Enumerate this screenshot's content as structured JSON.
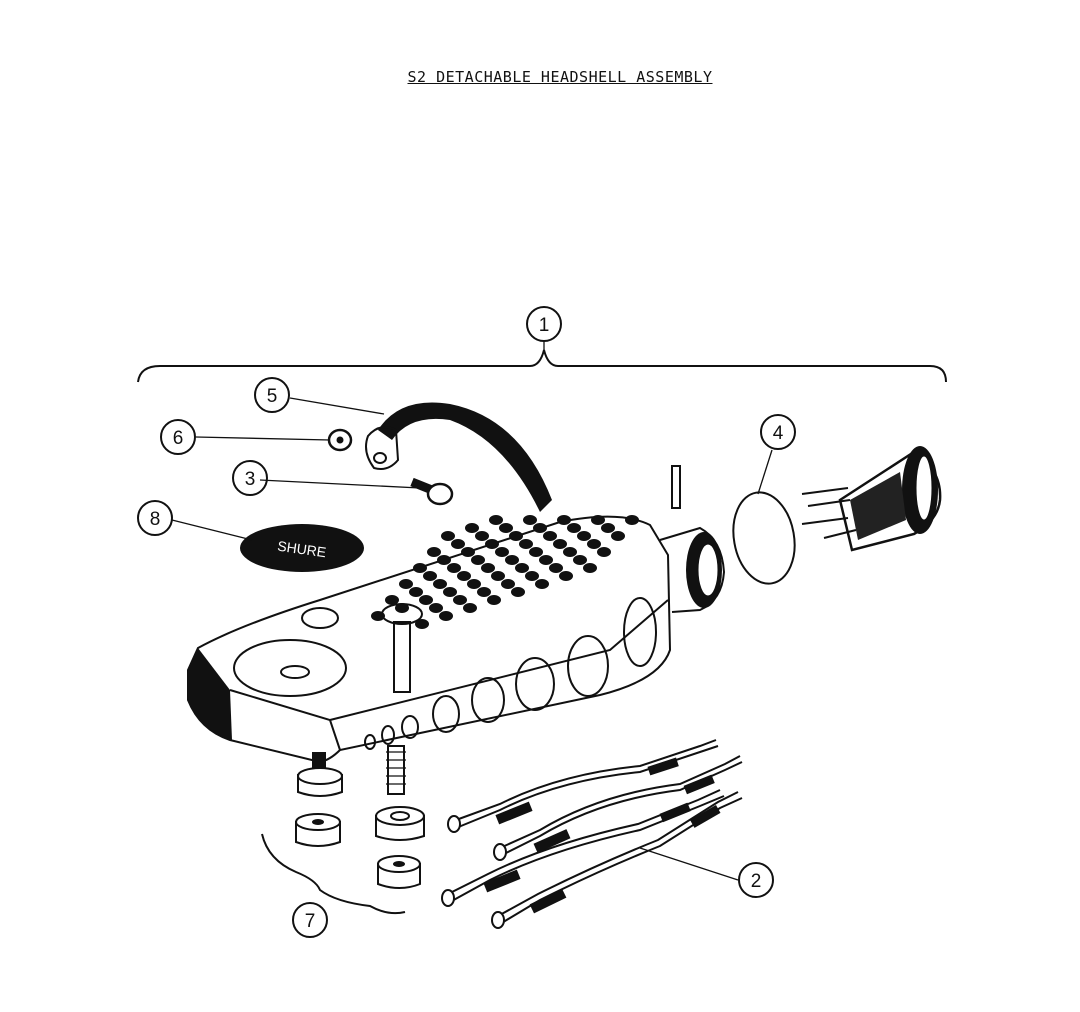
{
  "title": "S2 DETACHABLE HEADSHELL ASSEMBLY",
  "colors": {
    "ink": "#111111",
    "paper": "#ffffff"
  },
  "callouts": [
    {
      "id": "1",
      "label": "1"
    },
    {
      "id": "2",
      "label": "2"
    },
    {
      "id": "3",
      "label": "3"
    },
    {
      "id": "4",
      "label": "4"
    },
    {
      "id": "5",
      "label": "5"
    },
    {
      "id": "6",
      "label": "6"
    },
    {
      "id": "7",
      "label": "7"
    },
    {
      "id": "8",
      "label": "8"
    }
  ],
  "badge_text": "SHURE"
}
